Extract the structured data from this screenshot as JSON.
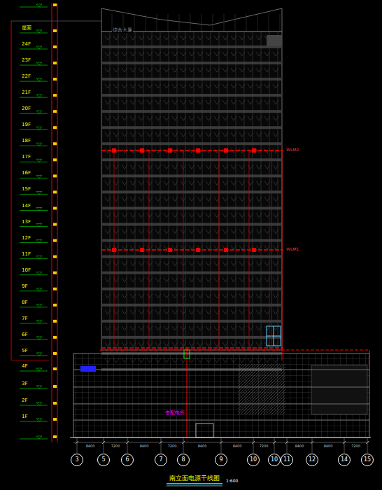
{
  "diagram": {
    "title": "南立面电源干线图",
    "nodes": [
      {
        "text": [
          "3"
        ]
      },
      {
        "text": [
          "5"
        ]
      },
      {
        "text": [
          "6"
        ]
      },
      {
        "text": [
          "7"
        ]
      },
      {
        "text": [
          "8"
        ]
      },
      {
        "text": [
          "9"
        ]
      },
      {
        "text": [
          "10"
        ]
      },
      {
        "text": [
          "10"
        ]
      },
      {
        "text": [
          "11"
        ]
      },
      {
        "text": [
          "12"
        ]
      },
      {
        "text": [
          "14"
        ]
      },
      {
        "text": [
          "15"
        ]
      }
    ],
    "labels": [
      "屋面",
      "24F",
      "23F",
      "22F",
      "21F",
      "20F",
      "19F",
      "18F",
      "17F",
      "16F",
      "15F",
      "14F",
      "13F",
      "12F",
      "11F",
      "10F",
      "9F",
      "8F",
      "7F",
      "6F",
      "5F",
      "4F",
      "3F",
      "2F",
      "1F",
      "8400",
      "7200",
      "8400",
      "7200",
      "8400",
      "8400",
      "7200",
      "8400",
      "8400",
      "7200",
      "1:600",
      "变配电所",
      "WLM2",
      "WLM1",
      "综合大厦"
    ]
  }
}
